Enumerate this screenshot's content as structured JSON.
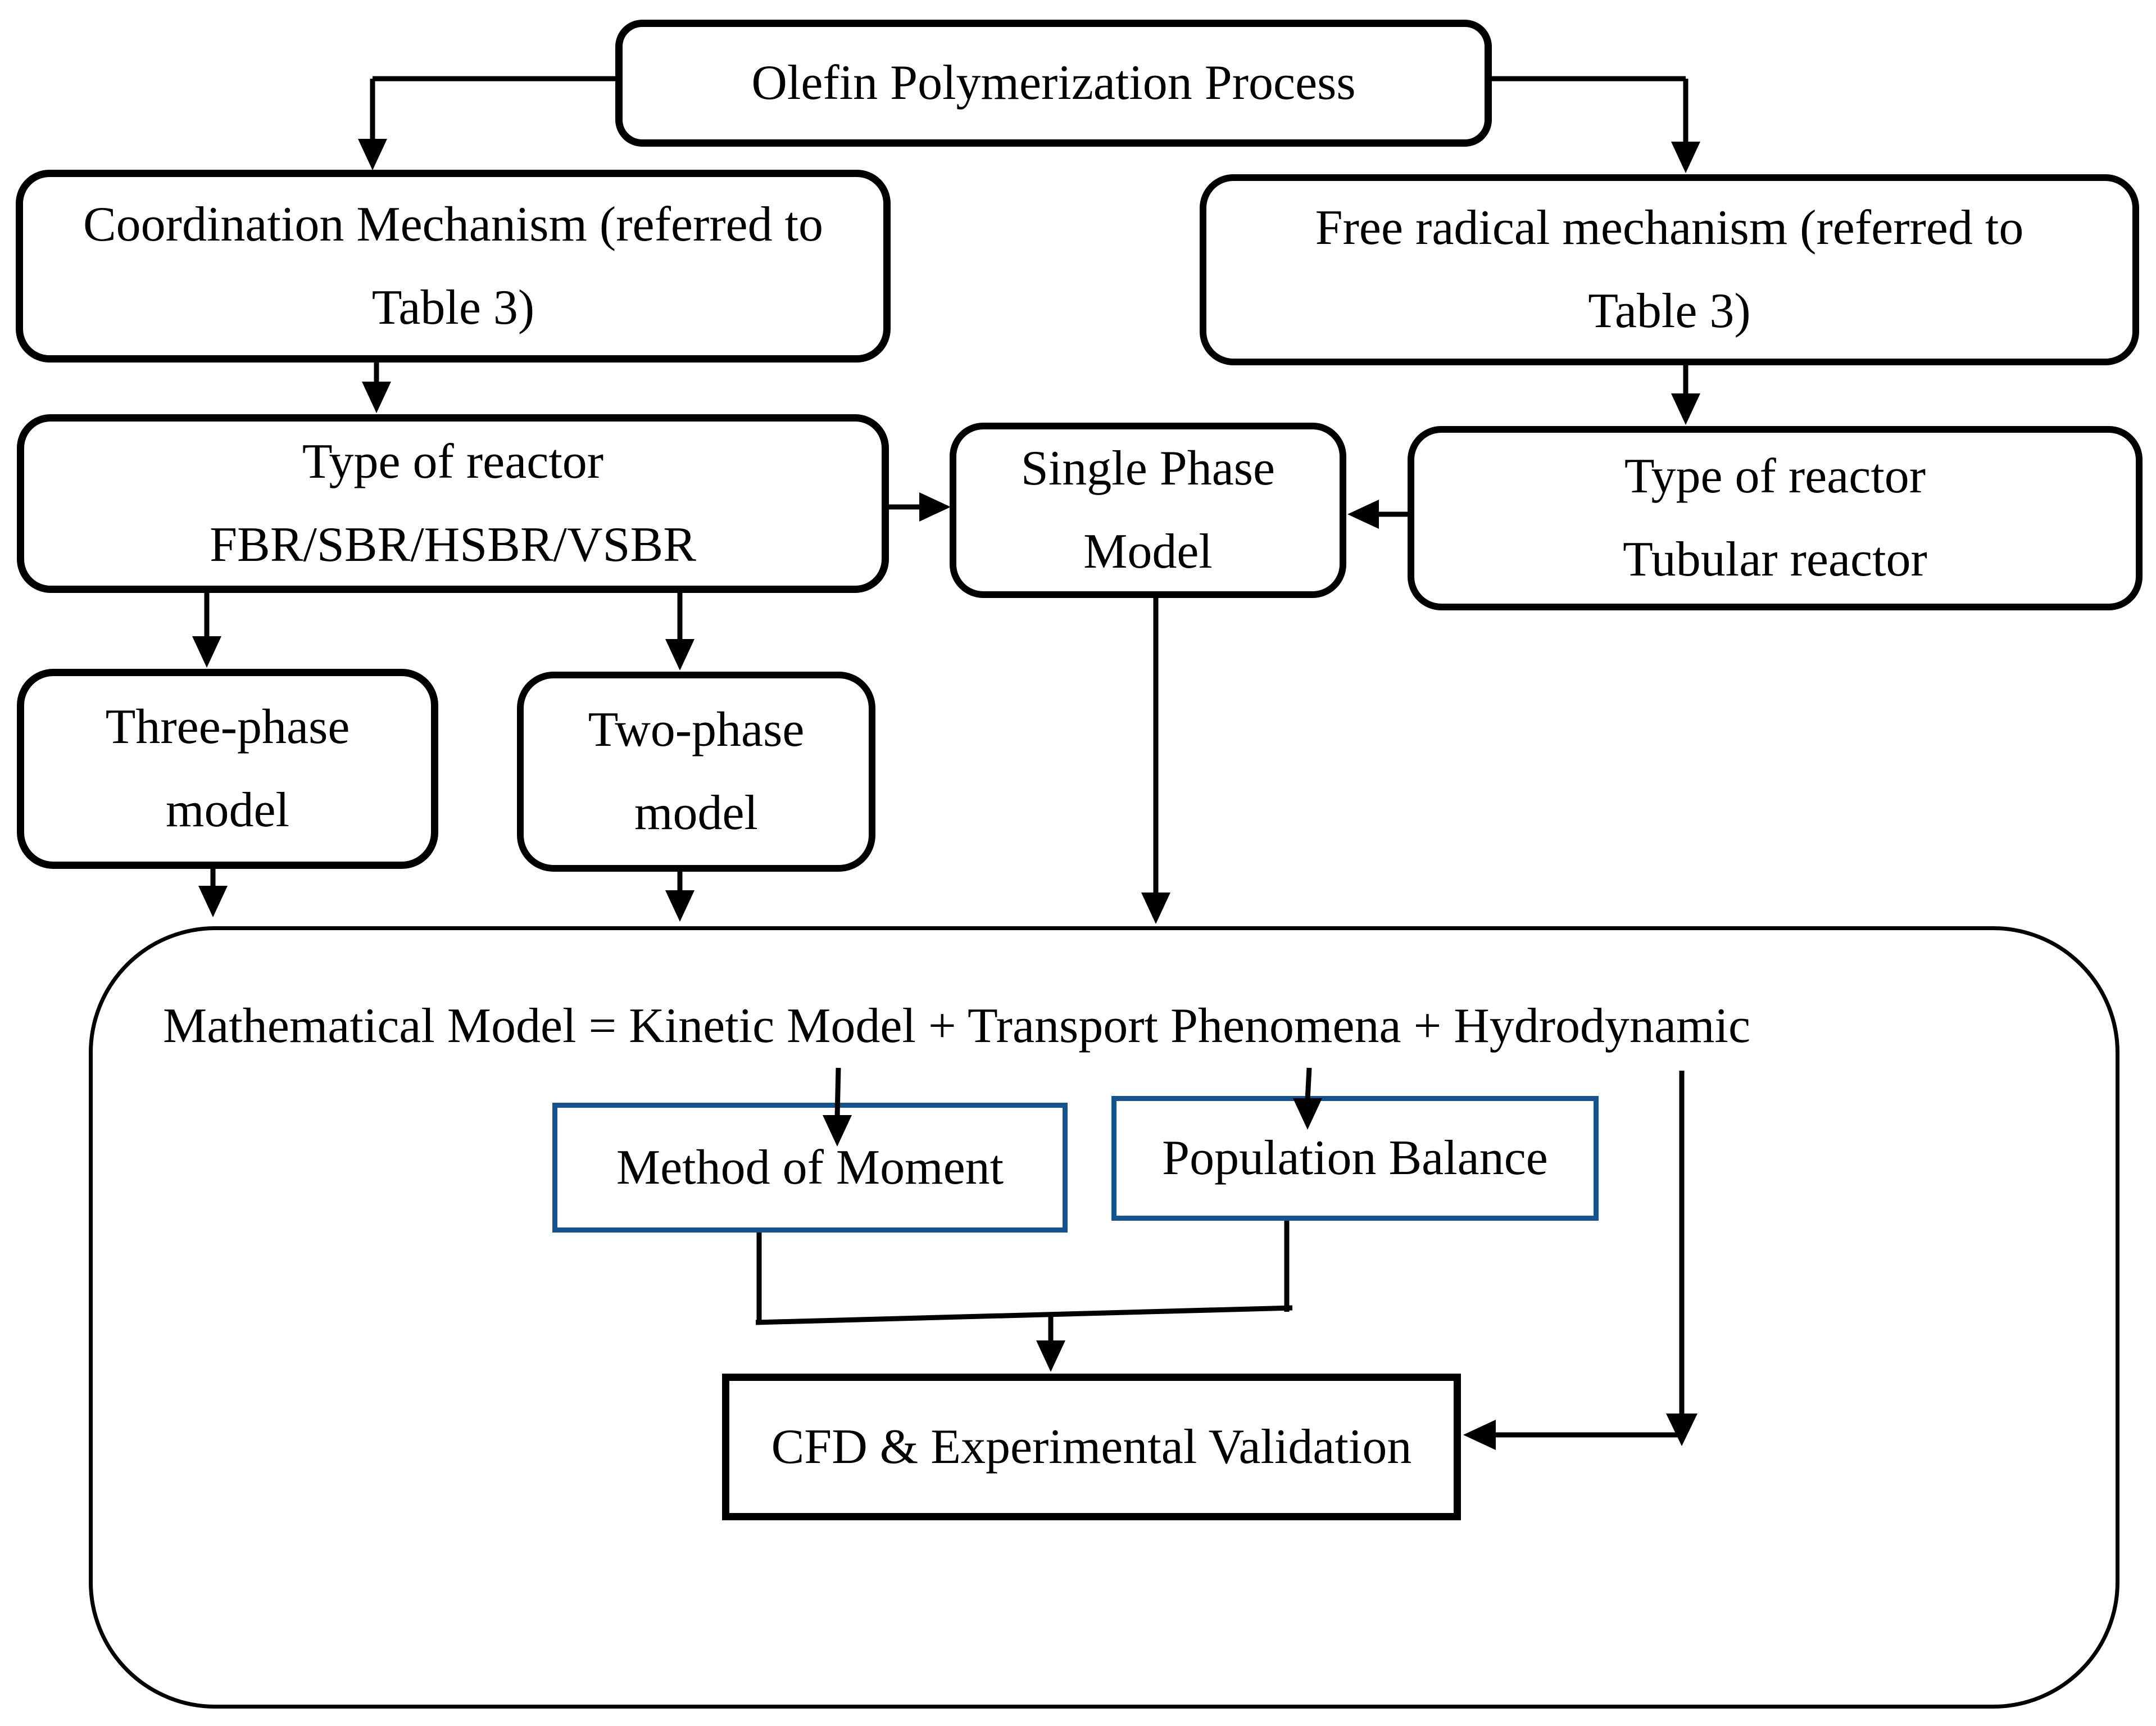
{
  "diagram": {
    "title": "Olefin polymerization modeling flowchart",
    "colors": {
      "background": "#ffffff",
      "box_border": "#000000",
      "highlight_box_border": "#17538f",
      "text": "#000000",
      "connector": "#000000"
    },
    "nodes": {
      "olefin": {
        "label": "Olefin Polymerization Process"
      },
      "coordination": {
        "label": "Coordination Mechanism (referred to\nTable 3)"
      },
      "free_radical": {
        "label": "Free radical mechanism (referred to\nTable 3)"
      },
      "reactor_fbr": {
        "label": "Type of reactor\nFBR/SBR/HSBR/VSBR"
      },
      "single_phase": {
        "label": "Single Phase\nModel"
      },
      "reactor_tubular": {
        "label": "Type of reactor\nTubular reactor"
      },
      "three_phase": {
        "label": "Three-phase\nmodel"
      },
      "two_phase": {
        "label": "Two-phase\nmodel"
      },
      "math_model": {
        "label": "Mathematical Model = Kinetic Model + Transport Phenomena + Hydrodynamic"
      },
      "method_of_moment": {
        "label": "Method of Moment"
      },
      "population_balance": {
        "label": "Population Balance"
      },
      "cfd": {
        "label": "CFD & Experimental Validation"
      }
    },
    "edges": [
      {
        "from": "olefin",
        "to": "coordination"
      },
      {
        "from": "olefin",
        "to": "free_radical"
      },
      {
        "from": "coordination",
        "to": "reactor_fbr"
      },
      {
        "from": "free_radical",
        "to": "reactor_tubular"
      },
      {
        "from": "reactor_fbr",
        "to": "single_phase"
      },
      {
        "from": "reactor_tubular",
        "to": "single_phase"
      },
      {
        "from": "reactor_fbr",
        "to": "three_phase"
      },
      {
        "from": "reactor_fbr",
        "to": "two_phase"
      },
      {
        "from": "three_phase",
        "to": "math_model"
      },
      {
        "from": "two_phase",
        "to": "math_model"
      },
      {
        "from": "single_phase",
        "to": "math_model"
      },
      {
        "from": "math_model:kinetic_model",
        "to": "method_of_moment"
      },
      {
        "from": "math_model:transport_phenomena",
        "to": "population_balance"
      },
      {
        "from": "math_model:hydrodynamic",
        "to": "cfd"
      },
      {
        "from": "method_of_moment",
        "to": "cfd"
      },
      {
        "from": "population_balance",
        "to": "cfd"
      }
    ]
  }
}
